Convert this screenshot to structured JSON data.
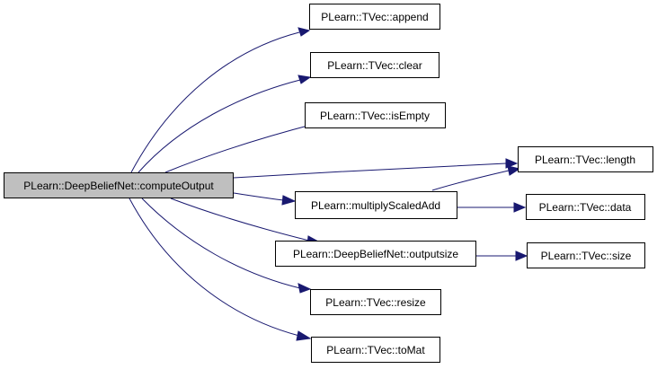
{
  "colors": {
    "edge": "#191970",
    "root_fill": "#bfbfbf",
    "node_fill": "#ffffff",
    "border": "#000000"
  },
  "nodes": {
    "compute_output": "PLearn::DeepBeliefNet::computeOutput",
    "append": "PLearn::TVec::append",
    "clear": "PLearn::TVec::clear",
    "is_empty": "PLearn::TVec::isEmpty",
    "length": "PLearn::TVec::length",
    "multiply_scaled_add": "PLearn::multiplyScaledAdd",
    "data": "PLearn::TVec::data",
    "outputsize": "PLearn::DeepBeliefNet::outputsize",
    "size": "PLearn::TVec::size",
    "resize": "PLearn::TVec::resize",
    "to_mat": "PLearn::TVec::toMat"
  }
}
